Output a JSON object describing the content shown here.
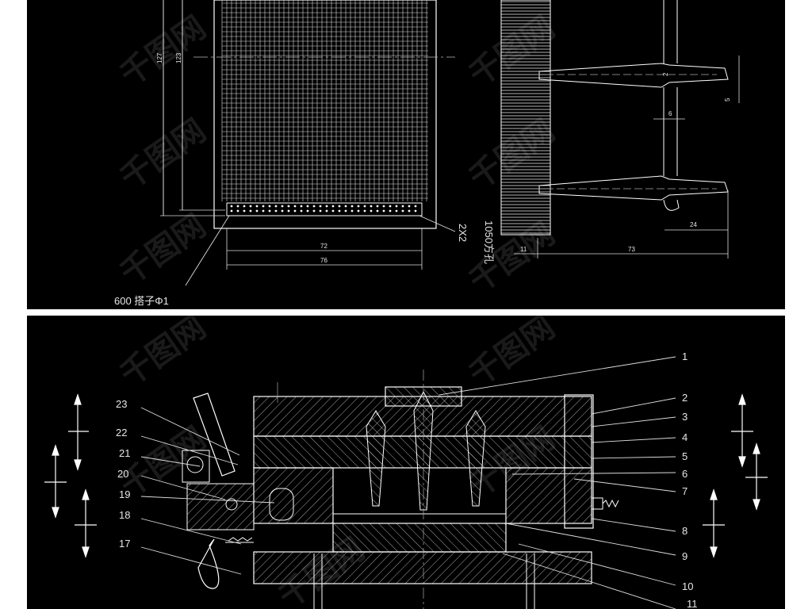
{
  "top_view": {
    "dim_height_outer": "127",
    "dim_height_inner": "123",
    "dim_width_inner": "72",
    "dim_width_outer": "76",
    "hole_note": "2X2",
    "callout_pins": "600 搭子Φ1",
    "holes_note": "1050方孔",
    "dim_pitch_a": "2",
    "dim_pitch_b": "5",
    "dim_6": "6",
    "dim_24": "24",
    "dim_11": "11",
    "dim_73": "73"
  },
  "section_view": {
    "callouts_right": [
      "1",
      "2",
      "3",
      "4",
      "5",
      "6",
      "7",
      "8",
      "9",
      "10",
      "11"
    ],
    "callouts_left": [
      "23",
      "22",
      "21",
      "20",
      "19",
      "18",
      "17"
    ]
  },
  "watermark": "千图网"
}
